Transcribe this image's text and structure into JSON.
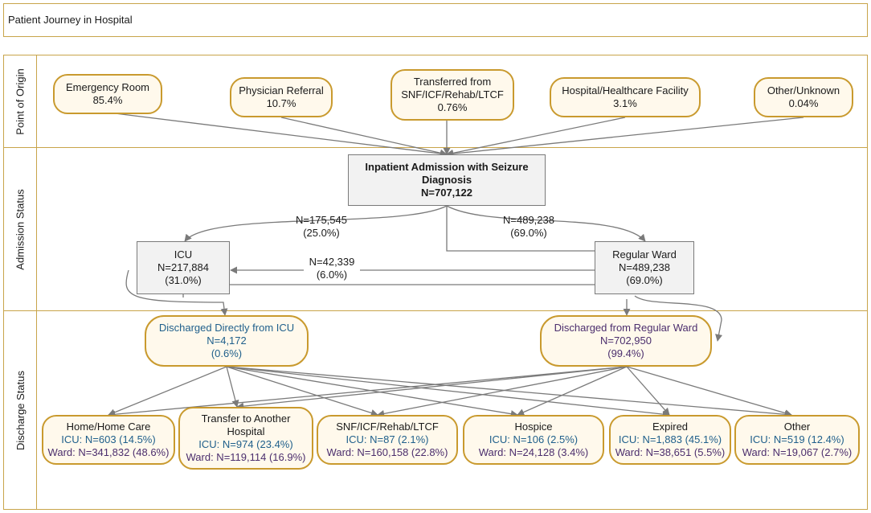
{
  "title": "Patient Journey in Hospital",
  "bands": {
    "origin": "Point of Origin",
    "admission": "Admission Status",
    "discharge": "Discharge Status"
  },
  "origins": [
    {
      "name": "Emergency Room",
      "pct": "85.4%"
    },
    {
      "name": "Physician Referral",
      "pct": "10.7%"
    },
    {
      "name_line1": "Transferred from",
      "name_line2": "SNF/ICF/Rehab/LTCF",
      "pct": "0.76%"
    },
    {
      "name": "Hospital/Healthcare Facility",
      "pct": "3.1%"
    },
    {
      "name": "Other/Unknown",
      "pct": "0.04%"
    }
  ],
  "admission": {
    "line1": "Inpatient Admission with Seizure",
    "line2": "Diagnosis",
    "n": "N=707,122"
  },
  "icu": {
    "name": "ICU",
    "n": "N=217,884",
    "pct": "(31.0%)"
  },
  "ward": {
    "name": "Regular Ward",
    "n": "N=489,238",
    "pct": "(69.0%)"
  },
  "flows": {
    "to_icu": {
      "n": "N=175,545",
      "pct": "(25.0%)"
    },
    "to_ward": {
      "n": "N=489,238",
      "pct": "(69.0%)"
    },
    "ward_to_icu": {
      "n": "N=42,339",
      "pct": "(6.0%)"
    }
  },
  "discharged_icu": {
    "name": "Discharged Directly from ICU",
    "n": "N=4,172",
    "pct": "(0.6%)"
  },
  "discharged_ward": {
    "name": "Discharged from Regular Ward",
    "n": "N=702,950",
    "pct": "(99.4%)"
  },
  "outcomes": [
    {
      "name": "Home/Home Care",
      "icu": "ICU: N=603 (14.5%)",
      "ward": "Ward: N=341,832 (48.6%)"
    },
    {
      "name_line1": "Transfer to Another",
      "name_line2": "Hospital",
      "icu": "ICU: N=974 (23.4%)",
      "ward": "Ward: N=119,114 (16.9%)"
    },
    {
      "name": "SNF/ICF/Rehab/LTCF",
      "icu": "ICU: N=87 (2.1%)",
      "ward": "Ward: N=160,158 (22.8%)"
    },
    {
      "name": "Hospice",
      "icu": "ICU: N=106 (2.5%)",
      "ward": "Ward: N=24,128 (3.4%)"
    },
    {
      "name": "Expired",
      "icu": "ICU: N=1,883 (45.1%)",
      "ward": "Ward: N=38,651 (5.5%)"
    },
    {
      "name": "Other",
      "icu": "ICU: N=519 (12.4%)",
      "ward": "Ward: N=19,067 (2.7%)"
    }
  ],
  "colors": {
    "frame": "#c8a44a",
    "pill_border": "#c99a2e",
    "pill_fill": "#fff9ec",
    "icu_text": "#1f5f8b",
    "ward_text": "#4b2e6d",
    "arrow": "#7a7a7a"
  }
}
